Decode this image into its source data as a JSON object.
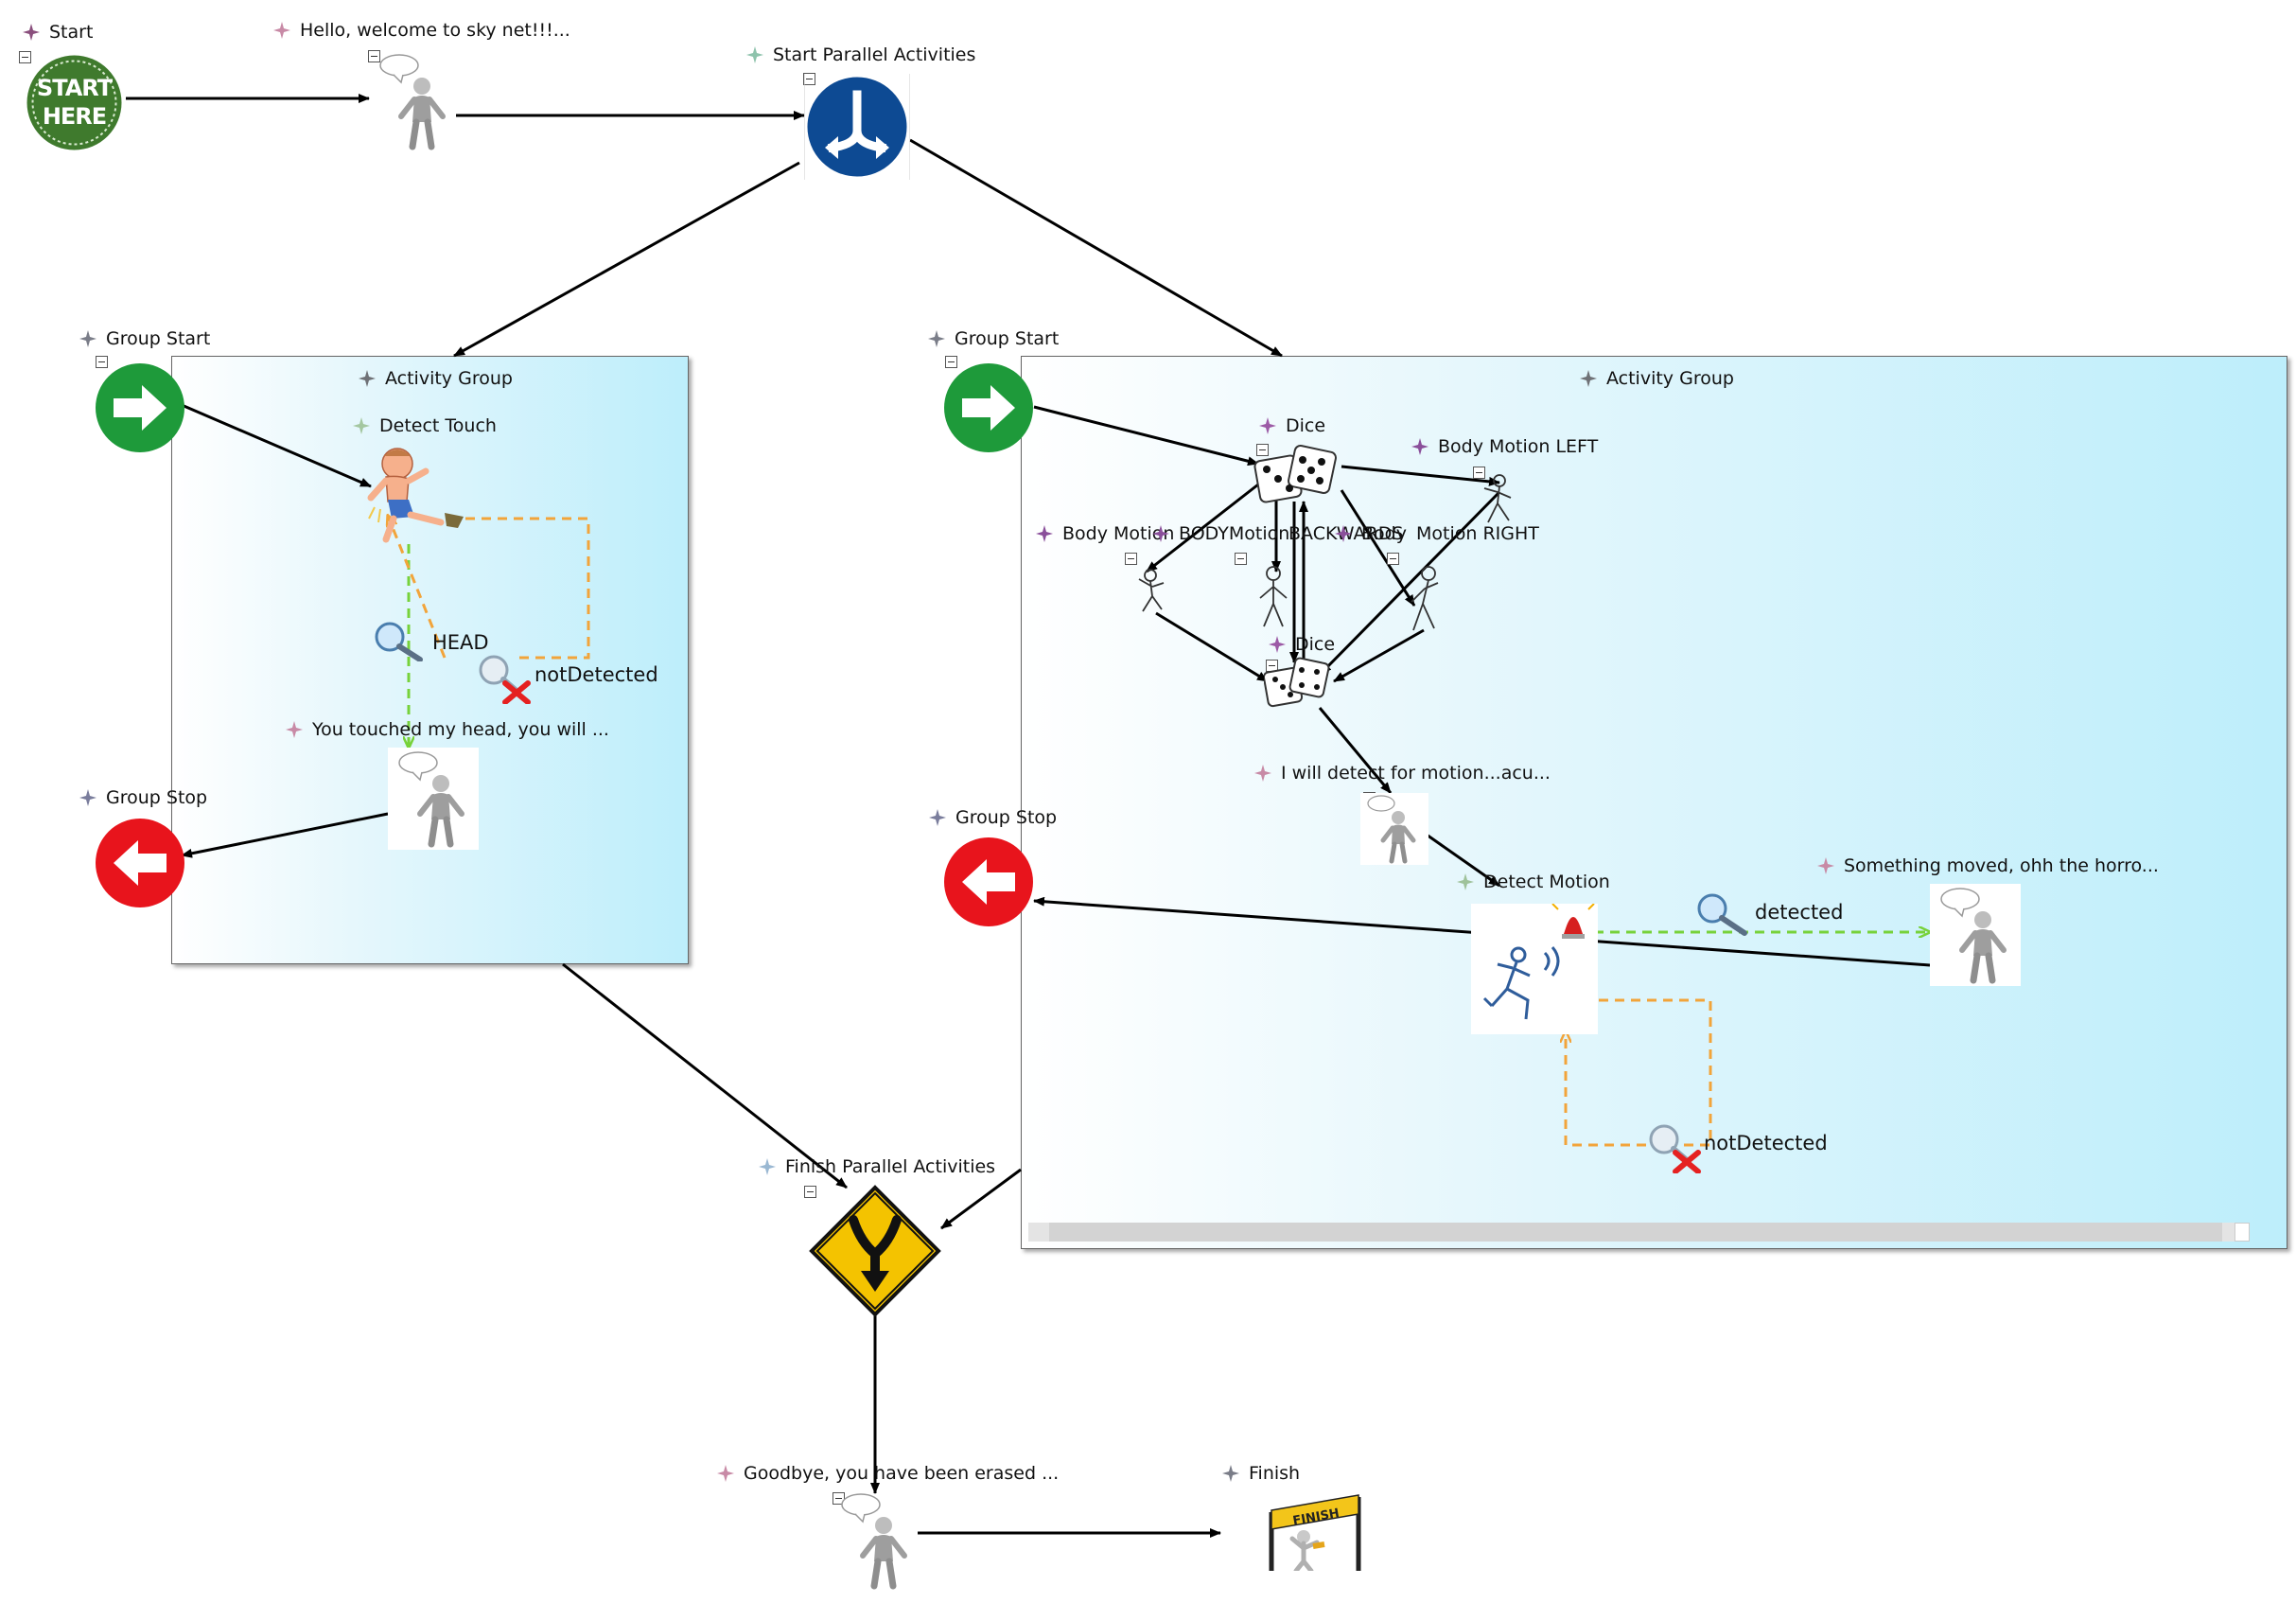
{
  "diagram": {
    "nodes": {
      "start": {
        "label": "Start",
        "icon": "start-here-badge-icon",
        "badge_text_1": "START",
        "badge_text_2": "HERE"
      },
      "welcome": {
        "label": "Hello, welcome to sky net!!!...",
        "icon": "talking-person-icon"
      },
      "fork": {
        "label": "Start Parallel Activities",
        "icon": "fork-sign-icon"
      },
      "join": {
        "label": "Finish Parallel Activities",
        "icon": "merge-sign-icon"
      },
      "goodbye": {
        "label": "Goodbye, you have been erased ...",
        "icon": "talking-person-icon"
      },
      "finish": {
        "label": "Finish",
        "icon": "finish-line-icon",
        "banner_text": "FINISH"
      }
    },
    "left_group": {
      "group_start": "Group Start",
      "group_stop": "Group Stop",
      "title": "Activity Group",
      "detect_touch": "Detect Touch",
      "head_label": "HEAD",
      "not_detected_label": "notDetected",
      "touched_say": "You touched my head, you will ..."
    },
    "right_group": {
      "group_start": "Group Start",
      "group_stop": "Group Stop",
      "title": "Activity Group",
      "dice_top": "Dice",
      "dice_bottom": "Dice",
      "motion_left": "Body Motion LEFT",
      "motion_overlap_1": "Body Motion",
      "motion_overlap_2": "BODYMotion",
      "motion_overlap_3": "BACKWARDS",
      "motion_overlap_4": "Body",
      "motion_right": "Motion RIGHT",
      "detect_say": "I will detect for motion...acu...",
      "detect_motion": "Detect Motion",
      "detected_label": "detected",
      "not_detected_label": "notDetected",
      "something_moved": "Something moved, ohh the horro..."
    },
    "colors": {
      "group_start_green": "#1e9a3a",
      "group_stop_red": "#e8141c",
      "fork_blue": "#0d4a93",
      "merge_yellow": "#f4c300",
      "success_link": "#77d23a",
      "failure_link": "#f2a43a",
      "start_badge_green": "#3f7a2d"
    }
  }
}
